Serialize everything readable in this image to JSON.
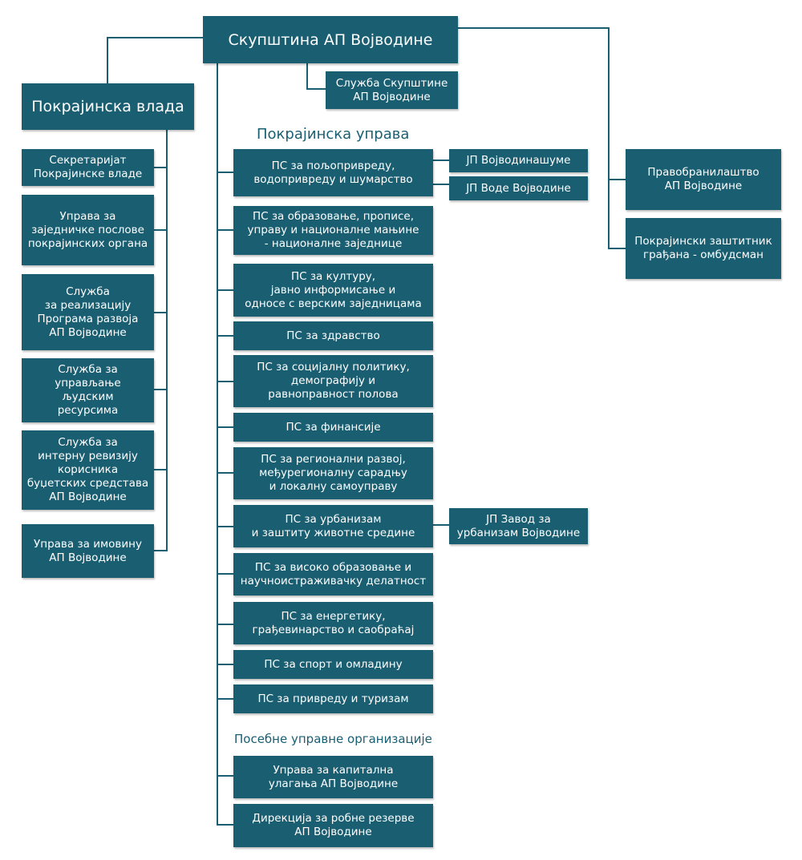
{
  "colors": {
    "box": "#1a5e72",
    "line": "#1a5e72",
    "text": "#ffffff"
  },
  "assembly": {
    "label": "Скупштина АП Војводине"
  },
  "assembly_service": {
    "label": "Служба Скупштине\nАП Војводине"
  },
  "government": {
    "label": "Покрајинска влада",
    "items": [
      "Секретаријат\nПокрајинске владе",
      "Управа за\nзаједничке послове\nпокрајинских органа",
      "Служба\nза реализацију\nПрограма развоја\nАП Војводине",
      "Служба за\nуправљање\nљудским\nресурсима",
      "Служба за\nинтерну ревизију\nкорисника\nбуџетских средстава\nАП Војводине",
      "Управа за имовину\nАП Војводине"
    ]
  },
  "administration": {
    "heading": "Покрајинска управа",
    "secretariats": [
      "ПС за пољопривреду,\nводопривреду и шумарство",
      "ПС за образовање, прописе,\nуправу и националне мањине\n- националне заједнице",
      "ПС за културу,\nјавно информисање и\nодносе с верским заједницама",
      "ПС за здравство",
      "ПС за социјалну политику,\nдемографију и\nравноправност полова",
      "ПС за финансије",
      "ПС за регионални развој,\nмеђурегионалну сарадњу\nи локалну самоуправу",
      "ПС за урбанизам\nи заштиту животне средине",
      "ПС за високо образовање и\nнаучноистраживачку делатност",
      "ПС за енергетику,\nграђевинарство и саобраћај",
      "ПС за спорт и омладину",
      "ПС за привреду и туризам"
    ],
    "special_heading": "Посебне управне организације",
    "special": [
      "Управа за капитална\nулагања АП Војводине",
      "Дирекција за робне резерве\nАП Војводине"
    ]
  },
  "public_enterprises": [
    "ЈП Војводинашуме",
    "ЈП Воде Војводине",
    "ЈП Завод за\nурбанизам Војводине"
  ],
  "right": [
    "Правобранилаштво\nАП Војводине",
    "Покрајински заштитник\nграђана - омбудсман"
  ]
}
